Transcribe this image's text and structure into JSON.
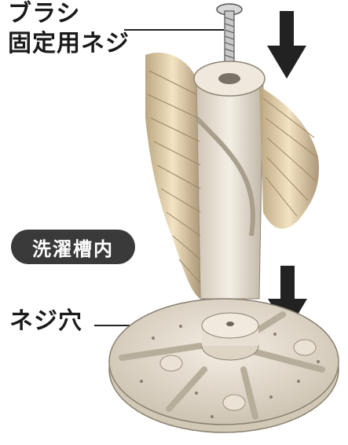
{
  "labels": {
    "screw_line1": "ブラシ",
    "screw_line2": "固定用ネジ",
    "tub_badge": "洗濯槽内",
    "screw_hole": "ネジ穴"
  },
  "colors": {
    "arrow": "#222222",
    "badge_background": "#3a3a3a",
    "badge_text": "#ffffff",
    "part_plastic": "#ece4d6",
    "bristle": "#e8d3a8"
  },
  "icons": {
    "down_arrow": "down-arrow-icon"
  }
}
